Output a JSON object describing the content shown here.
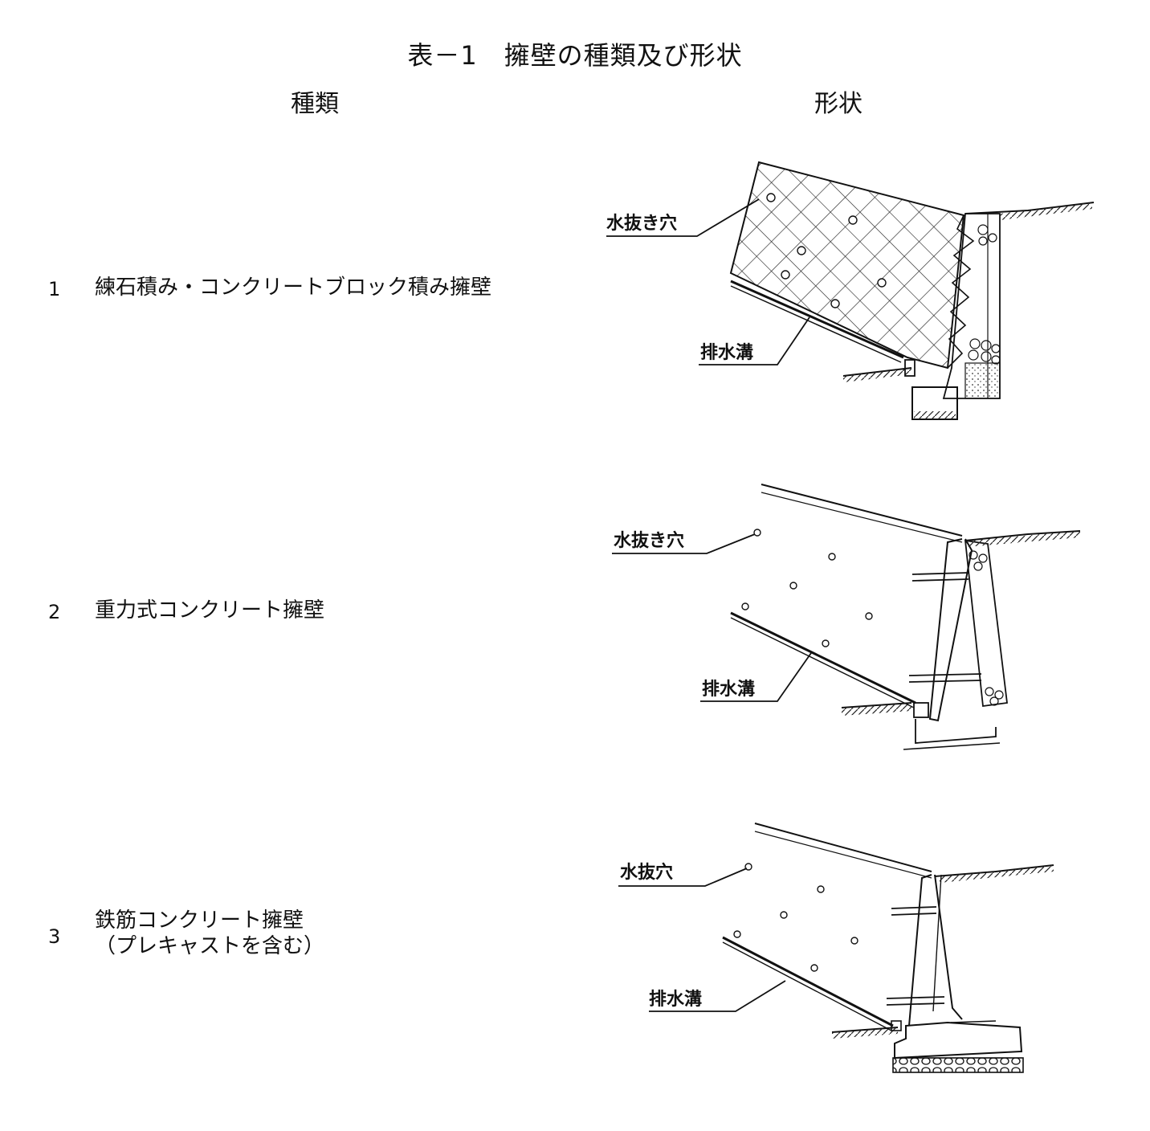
{
  "table_title": "表－1　擁壁の種類及び形状",
  "headers": {
    "type": "種類",
    "shape": "形状"
  },
  "rows": [
    {
      "num": "1",
      "label": "練石積み・コンクリートブロック積み擁壁",
      "label2": "",
      "weep_label": "水抜き穴",
      "drain_label": "排水溝"
    },
    {
      "num": "2",
      "label": "重力式コンクリート擁壁",
      "label2": "",
      "weep_label": "水抜き穴",
      "drain_label": "排水溝"
    },
    {
      "num": "3",
      "label": "鉄筋コンクリート擁壁",
      "label2": "（プレキャストを含む）",
      "weep_label": "水抜穴",
      "drain_label": "排水溝"
    }
  ]
}
